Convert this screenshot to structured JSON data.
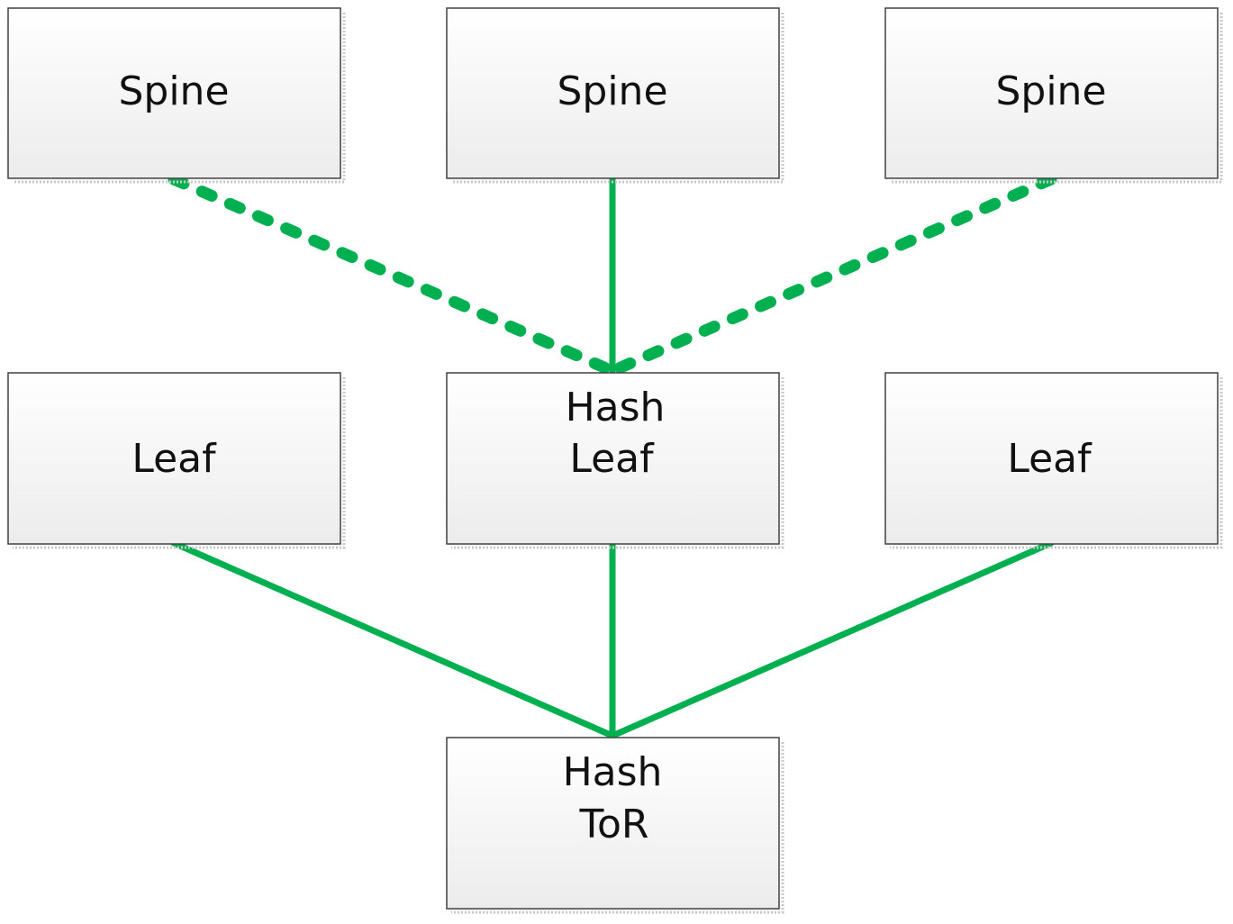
{
  "colors": {
    "link": "#00b050",
    "box_border": "#404040",
    "box_fill_top": "#ffffff",
    "box_fill_bottom": "#ececec"
  },
  "nodes": {
    "spine_left": {
      "lines": [
        "Spine"
      ]
    },
    "spine_center": {
      "lines": [
        "Spine"
      ]
    },
    "spine_right": {
      "lines": [
        "Spine"
      ]
    },
    "leaf_left": {
      "lines": [
        "Leaf"
      ]
    },
    "hash_leaf": {
      "lines": [
        "Hash",
        "Leaf"
      ]
    },
    "leaf_right": {
      "lines": [
        "Leaf"
      ]
    },
    "hash_tor": {
      "lines": [
        "Hash",
        "ToR"
      ]
    }
  },
  "links": [
    {
      "from": "spine_left",
      "to": "hash_leaf",
      "style": "dashed"
    },
    {
      "from": "spine_center",
      "to": "hash_leaf",
      "style": "solid"
    },
    {
      "from": "spine_right",
      "to": "hash_leaf",
      "style": "dashed"
    },
    {
      "from": "leaf_left",
      "to": "hash_tor",
      "style": "solid"
    },
    {
      "from": "hash_leaf",
      "to": "hash_tor",
      "style": "solid"
    },
    {
      "from": "leaf_right",
      "to": "hash_tor",
      "style": "solid"
    }
  ]
}
